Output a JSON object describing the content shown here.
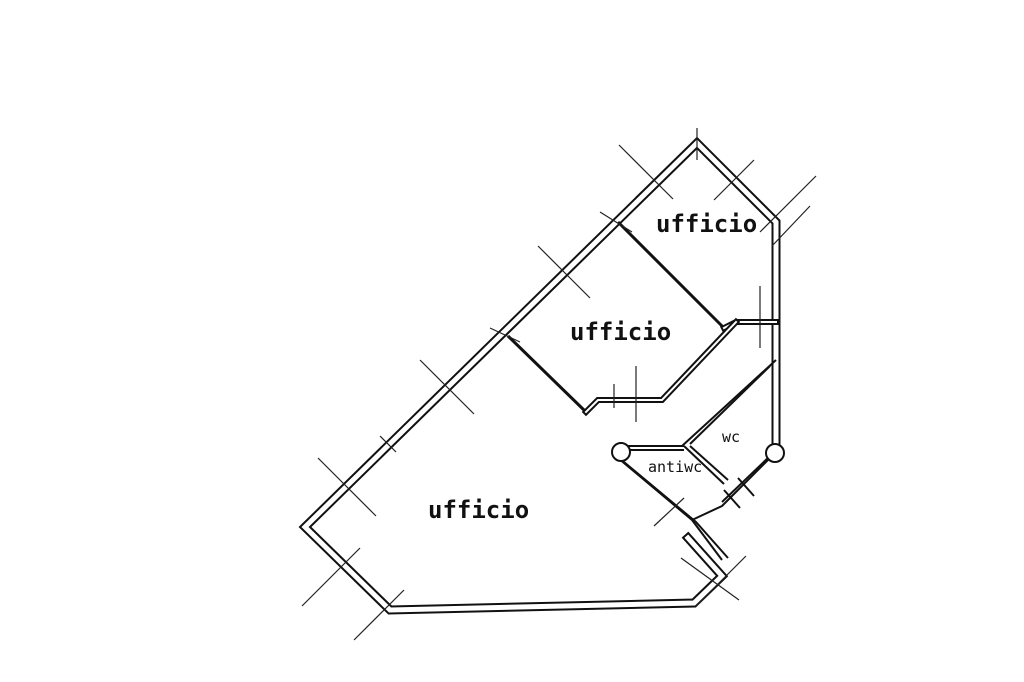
{
  "rooms": {
    "office_top": "ufficio",
    "office_middle": "ufficio",
    "office_bottom": "ufficio",
    "wc": "wc",
    "antiwc": "antiwc"
  }
}
